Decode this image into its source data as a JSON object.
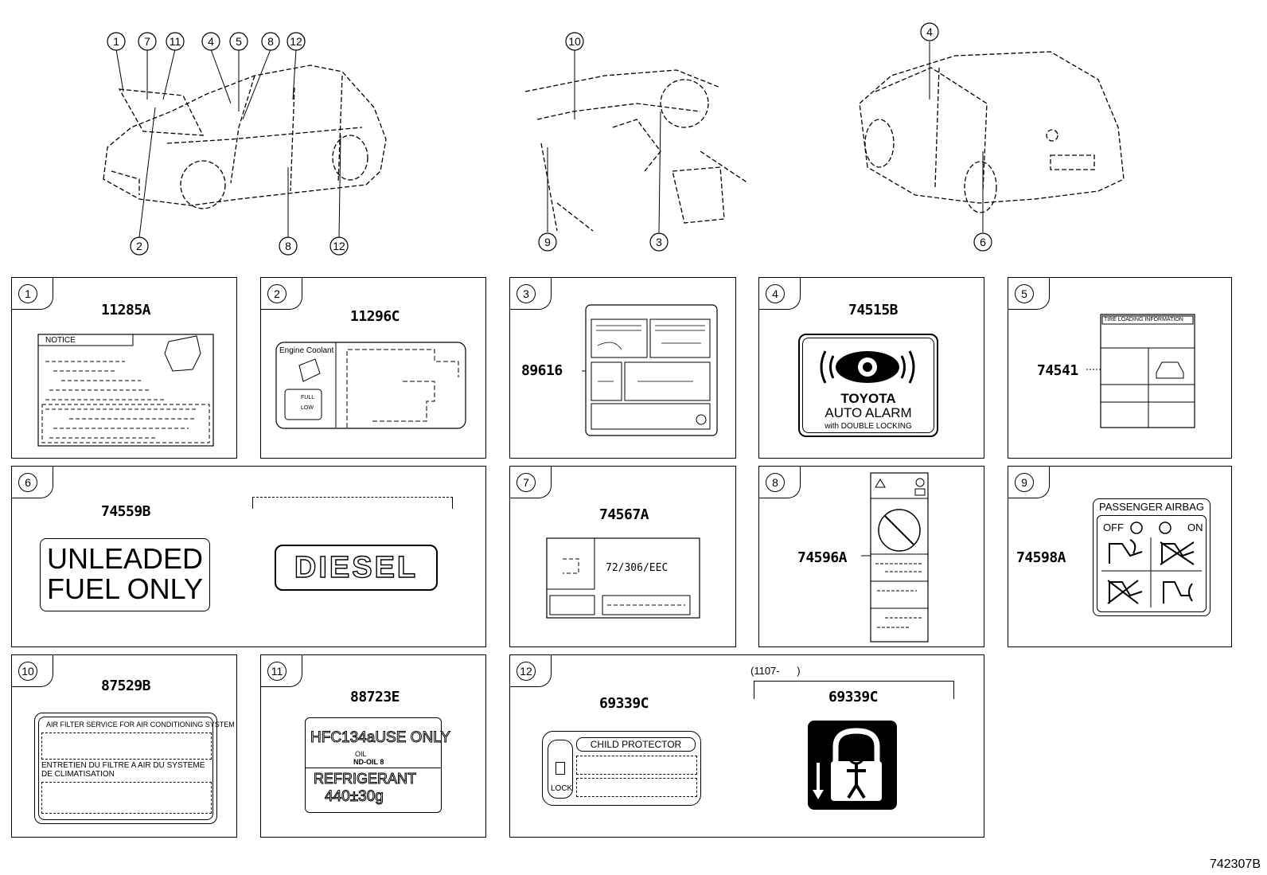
{
  "overview": {
    "front_view_callouts": [
      "1",
      "7",
      "11",
      "4",
      "5",
      "8",
      "12",
      "2",
      "8",
      "12"
    ],
    "dash_view_callouts": [
      "10",
      "9",
      "3"
    ],
    "rear_view_callouts": [
      "4",
      "6"
    ]
  },
  "panels": [
    {
      "num": "1",
      "part": "11285A",
      "label_text": "NOTICE"
    },
    {
      "num": "2",
      "part": "11296C",
      "label_title": "Engine Coolant",
      "full": "FULL",
      "low": "LOW"
    },
    {
      "num": "3",
      "part": "89616"
    },
    {
      "num": "4",
      "part": "74515B",
      "brand": "TOYOTA",
      "line1": "AUTO ALARM",
      "line2": "with DOUBLE LOCKING"
    },
    {
      "num": "5",
      "part": "74541",
      "header": "TIRE LOADING INFORMATION"
    },
    {
      "num": "6",
      "part": "74559B",
      "line1": "UNLEADED",
      "line2": "FUEL ONLY",
      "alt": "DIESEL"
    },
    {
      "num": "7",
      "part": "74567A",
      "code": "72/306/EEC"
    },
    {
      "num": "8",
      "part": "74596A"
    },
    {
      "num": "9",
      "part": "74598A",
      "title": "PASSENGER AIRBAG",
      "off": "OFF",
      "on": "ON"
    },
    {
      "num": "10",
      "part": "87529B",
      "line1": "AIR FILTER SERVICE FOR AIR CONDITIONING SYSTEM",
      "line2": "ENTRETIEN DU FILTRE A AIR DU SYSTEME",
      "line3": "DE CLIMATISATION"
    },
    {
      "num": "11",
      "part": "88723E",
      "line1": "HFC134aUSE ONLY",
      "oil": "OIL",
      "oil2": "ND-OIL 8",
      "line2": "REFRIGERANT",
      "line3": "440±30g"
    },
    {
      "num": "12",
      "part": "69339C",
      "title": "CHILD PROTECTOR",
      "lock": "LOCK",
      "date_range": "(1107-      )",
      "part_b": "69339C"
    }
  ],
  "catalog_number": "742307B"
}
